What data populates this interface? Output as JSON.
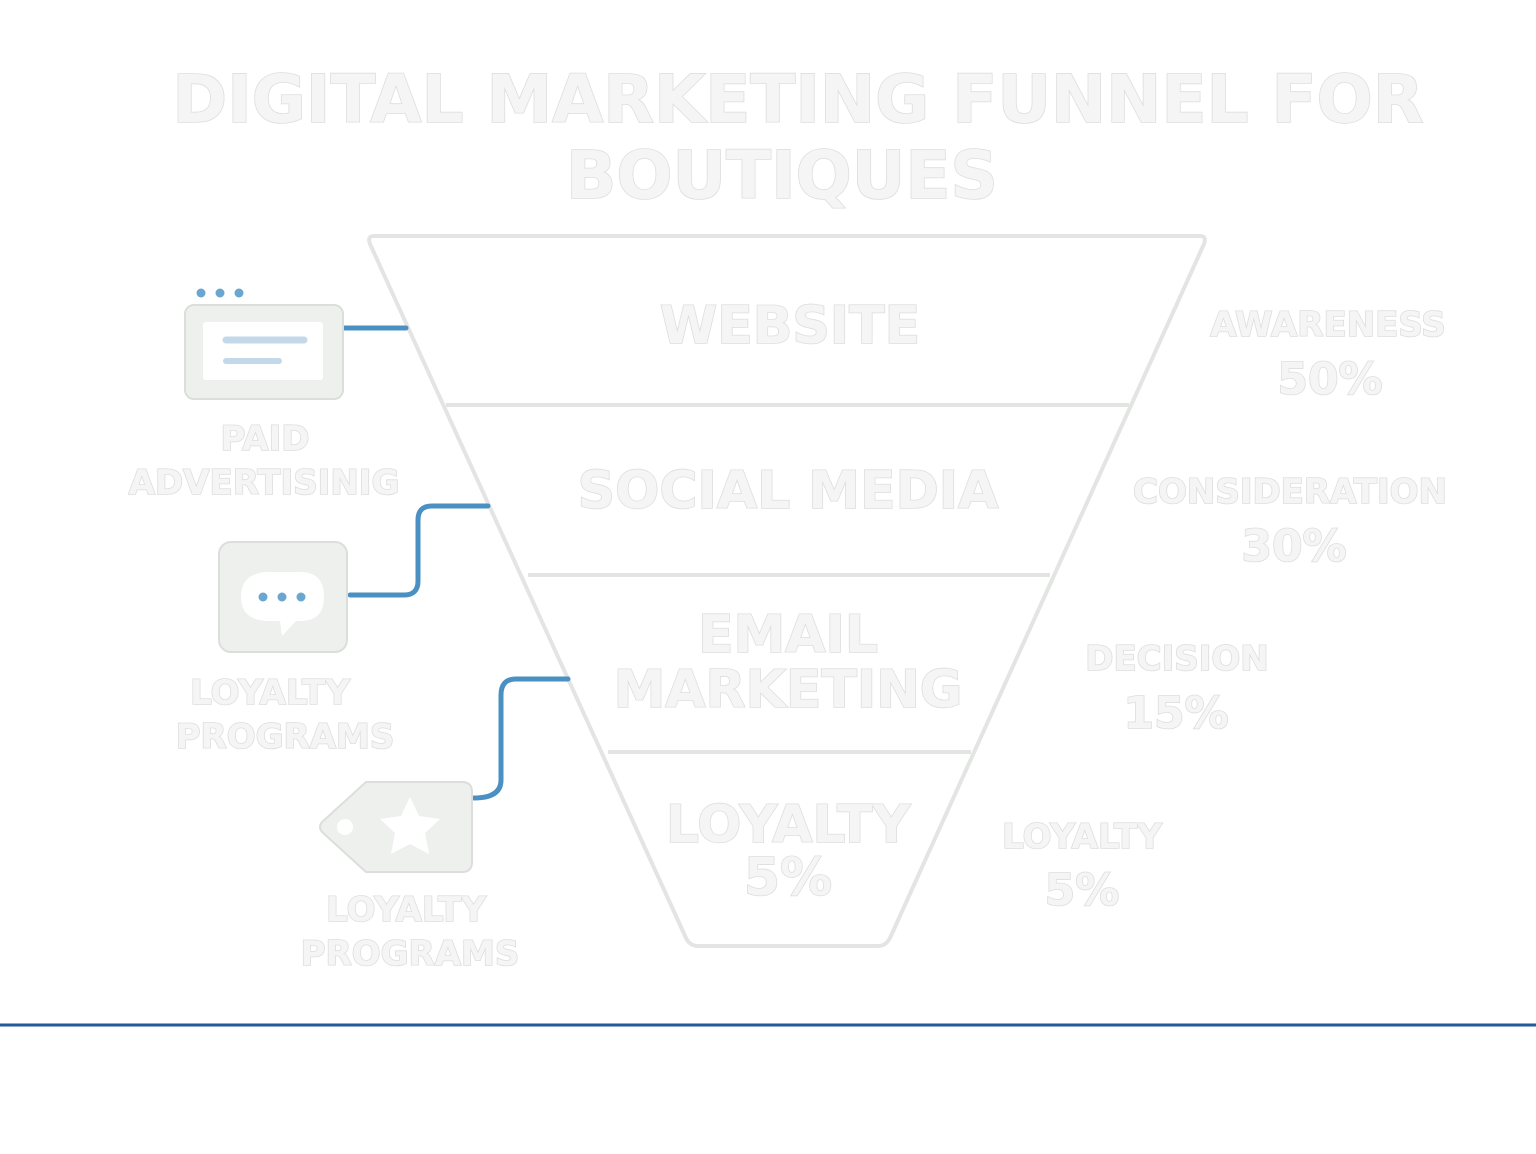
{
  "title": {
    "line1": "DIGITAL MARKETING FUNNEL FOR",
    "line2": "BOUTIQUES"
  },
  "funnel": {
    "stages": [
      {
        "lines": [
          "WEBSITE"
        ]
      },
      {
        "lines": [
          "SOCIAL MEDIA"
        ]
      },
      {
        "lines": [
          "EMAIL",
          "MARKETING"
        ]
      },
      {
        "lines": [
          "LOYALTY",
          "5%"
        ]
      }
    ]
  },
  "metrics": [
    {
      "label": "AWARENESS",
      "value": "50%"
    },
    {
      "label": "CONSIDERATION",
      "value": "30%"
    },
    {
      "label": "DECISION",
      "value": "15%"
    },
    {
      "label": "LOYALTY",
      "value": "5%"
    }
  ],
  "channels": [
    {
      "icon": "browser-ad-icon",
      "lines": [
        "PAID",
        "ADVERTISINIG"
      ]
    },
    {
      "icon": "chat-bubble-icon",
      "lines": [
        "LOYALTY",
        "PROGRAMS"
      ]
    },
    {
      "icon": "star-tag-icon",
      "lines": [
        "LOYALTY",
        "PROGRAMS"
      ]
    }
  ],
  "colors": {
    "connector": "#4a90c2",
    "footer_rule": "#1f5a99",
    "ghost_fill": "#f4f5f4",
    "ghost_stroke": "#dcdedc"
  }
}
